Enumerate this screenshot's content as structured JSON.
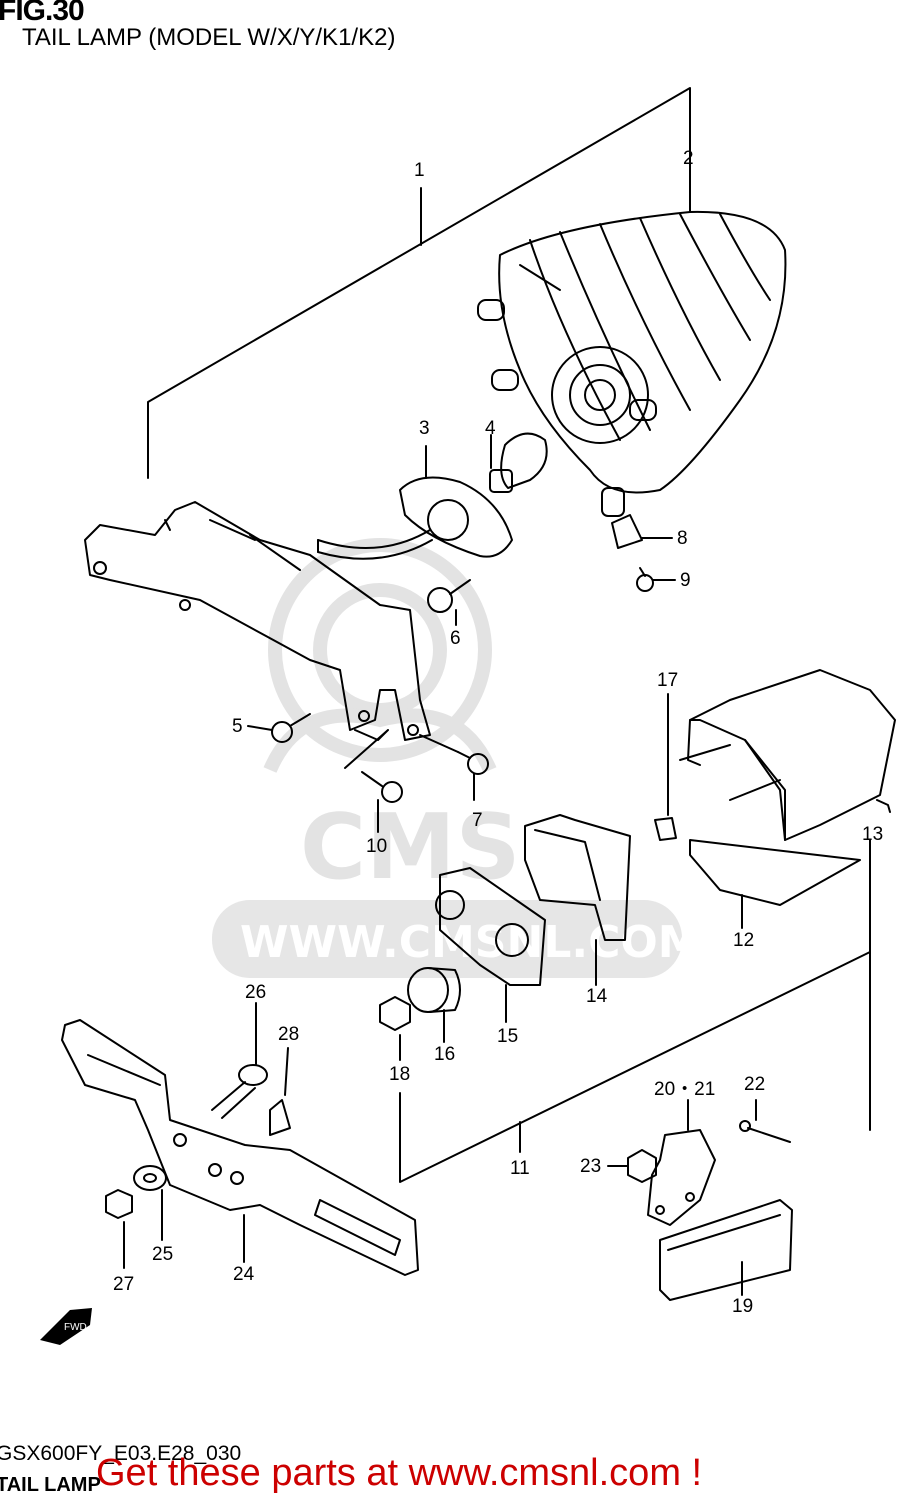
{
  "header": {
    "figure": "FIG.30",
    "subtitle": "TAIL LAMP (MODEL W/X/Y/K1/K2)"
  },
  "watermark": {
    "brand": "CMS",
    "url": "WWW.CMSNL.COM",
    "color": "#e3e3e3"
  },
  "footer": {
    "code": "GSX600FY_E03.E28_030",
    "name": "TAIL LAMP",
    "promo": "Get these parts at www.cmsnl.com !",
    "promo_color": "#cc0000"
  },
  "direction_marker": {
    "label": "FWD",
    "icon": "forward-arrow-icon"
  },
  "callouts": [
    {
      "id": "c1",
      "text": "1"
    },
    {
      "id": "c2",
      "text": "2"
    },
    {
      "id": "c3",
      "text": "3"
    },
    {
      "id": "c4",
      "text": "4"
    },
    {
      "id": "c5",
      "text": "5"
    },
    {
      "id": "c6",
      "text": "6"
    },
    {
      "id": "c7",
      "text": "7"
    },
    {
      "id": "c8",
      "text": "8"
    },
    {
      "id": "c9",
      "text": "9"
    },
    {
      "id": "c10",
      "text": "10"
    },
    {
      "id": "c11",
      "text": "11"
    },
    {
      "id": "c12",
      "text": "12"
    },
    {
      "id": "c13",
      "text": "13"
    },
    {
      "id": "c14",
      "text": "14"
    },
    {
      "id": "c15",
      "text": "15"
    },
    {
      "id": "c16",
      "text": "16"
    },
    {
      "id": "c17",
      "text": "17"
    },
    {
      "id": "c18",
      "text": "18"
    },
    {
      "id": "c19",
      "text": "19"
    },
    {
      "id": "c20",
      "text": "20・21"
    },
    {
      "id": "c22",
      "text": "22"
    },
    {
      "id": "c23",
      "text": "23"
    },
    {
      "id": "c24",
      "text": "24"
    },
    {
      "id": "c25",
      "text": "25"
    },
    {
      "id": "c26",
      "text": "26"
    },
    {
      "id": "c27",
      "text": "27"
    },
    {
      "id": "c28",
      "text": "28"
    }
  ]
}
